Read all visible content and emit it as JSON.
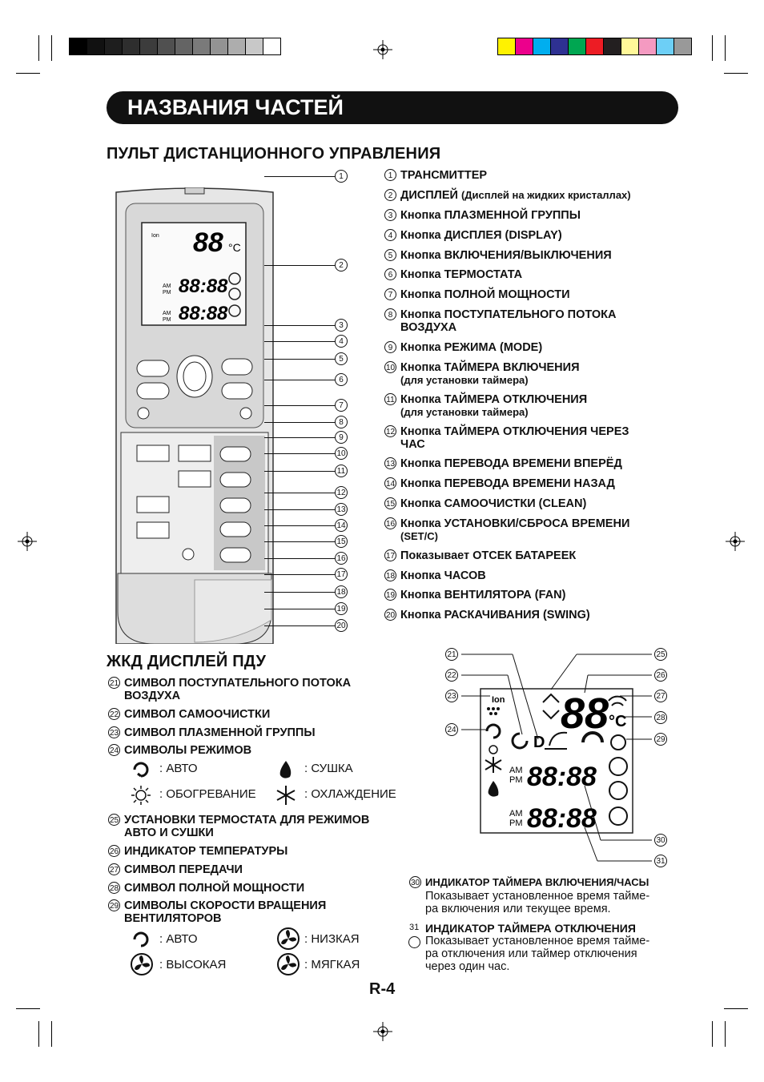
{
  "title": "НАЗВАНИЯ ЧАСТЕЙ",
  "section_remote": "ПУЛЬТ ДИСТАНЦИОННОГО УПРАВЛЕНИЯ",
  "section_lcd": "ЖКД ДИСПЛЕЙ ПДУ",
  "page_number": "R-4",
  "colors": {
    "gray_swatches": [
      "#000000",
      "#111111",
      "#1e1e1e",
      "#2e2e2e",
      "#3c3c3c",
      "#505050",
      "#646464",
      "#7a7a7a",
      "#939393",
      "#adadad",
      "#c8c8c8",
      "#ffffff"
    ],
    "color_swatches": [
      "#fff200",
      "#ec008c",
      "#00aeef",
      "#2e3192",
      "#00a651",
      "#ed1c24",
      "#231f20",
      "#fff799",
      "#f49ac1",
      "#6dcff6",
      "#999999"
    ],
    "title_bar": "#111111"
  },
  "remote_items": [
    {
      "n": "1",
      "t": "ТРАНСМИТТЕР",
      "t2": ""
    },
    {
      "n": "2",
      "t": "ДИСПЛЕЙ",
      "sub": "(Дисплей на жидких кристаллах)",
      "t2": ""
    },
    {
      "n": "3",
      "t": "Кнопка ПЛАЗМЕННОЙ ГРУППЫ",
      "t2": ""
    },
    {
      "n": "4",
      "t": "Кнопка ДИСПЛЕЯ (DISPLAY)",
      "t2": ""
    },
    {
      "n": "5",
      "t": "Кнопка ВКЛЮЧЕНИЯ/ВЫКЛЮЧЕНИЯ",
      "t2": ""
    },
    {
      "n": "6",
      "t": "Кнопка ТЕРМОСТАТА",
      "t2": ""
    },
    {
      "n": "7",
      "t": "Кнопка ПОЛНОЙ МОЩНОСТИ",
      "t2": ""
    },
    {
      "n": "8",
      "t": "Кнопка ПОСТУПАТЕЛЬНОГО ПОТОКА",
      "t2": "ВОЗДУХА"
    },
    {
      "n": "9",
      "t": "Кнопка РЕЖИМА (MODE)",
      "t2": ""
    },
    {
      "n": "10",
      "t": "Кнопка ТАЙМЕРА ВКЛЮЧЕНИЯ",
      "t2": "(для установки таймера)"
    },
    {
      "n": "11",
      "t": "Кнопка ТАЙМЕРА ОТКЛЮЧЕНИЯ",
      "t2": "(для установки таймера)"
    },
    {
      "n": "12",
      "t": "Кнопка ТАЙМЕРА ОТКЛЮЧЕНИЯ ЧЕРЕЗ",
      "t2": "ЧАС"
    },
    {
      "n": "13",
      "t": "Кнопка ПЕРЕВОДА ВРЕМЕНИ ВПЕРЁД",
      "t2": ""
    },
    {
      "n": "14",
      "t": "Кнопка ПЕРЕВОДА ВРЕМЕНИ НАЗАД",
      "t2": ""
    },
    {
      "n": "15",
      "t": "Кнопка САМООЧИСТКИ (CLEAN)",
      "t2": ""
    },
    {
      "n": "16",
      "t": "Кнопка УСТАНОВКИ/СБРОСА ВРЕМЕНИ",
      "t2": "(SET/C)"
    },
    {
      "n": "17",
      "t": "Показывает ОТСЕК БАТАРЕЕК",
      "t2": ""
    },
    {
      "n": "18",
      "t": "Кнопка ЧАСОВ",
      "t2": ""
    },
    {
      "n": "19",
      "t": "Кнопка ВЕНТИЛЯТОРА (FAN)",
      "t2": ""
    },
    {
      "n": "20",
      "t": "Кнопка РАСКАЧИВАНИЯ (SWING)",
      "t2": ""
    }
  ],
  "lcd_items": [
    {
      "n": "21",
      "t": "СИМВОЛ ПОСТУПАТЕЛЬНОГО ПОТОКА",
      "t2": "ВОЗДУХА"
    },
    {
      "n": "22",
      "t": "СИМВОЛ САМООЧИСТКИ",
      "t2": ""
    },
    {
      "n": "23",
      "t": "СИМВОЛ ПЛАЗМЕННОЙ ГРУППЫ",
      "t2": ""
    },
    {
      "n": "24",
      "t": "СИМВОЛЫ РЕЖИМОВ",
      "t2": ""
    },
    {
      "n": "25",
      "t": "УСТАНОВКИ ТЕРМОСТАТА ДЛЯ РЕЖИМОВ",
      "t2": "АВТО И СУШКИ"
    },
    {
      "n": "26",
      "t": "ИНДИКАТОР ТЕМПЕРАТУРЫ",
      "t2": ""
    },
    {
      "n": "27",
      "t": "СИМВОЛ ПЕРЕДАЧИ",
      "t2": ""
    },
    {
      "n": "28",
      "t": "СИМВОЛ ПОЛНОЙ МОЩНОСТИ",
      "t2": ""
    },
    {
      "n": "29",
      "t": "СИМВОЛЫ СКОРОСТИ ВРАЩЕНИЯ",
      "t2": "ВЕНТИЛЯТОРОВ"
    }
  ],
  "modes": {
    "auto": ": АВТО",
    "heat": ": ОБОГРЕВАНИЕ",
    "dry": ": СУШКА",
    "cool": ": ОХЛАЖДЕНИЕ"
  },
  "fans": {
    "auto": ": АВТО",
    "high": ": ВЫСОКАЯ",
    "low": ": НИЗКАЯ",
    "soft": ": МЯГКАЯ"
  },
  "item30": {
    "n": "30",
    "t": "ИНДИКАТОР ТАЙМЕРА ВКЛЮЧЕНИЯ/ЧАСЫ",
    "d1": "Показывает установленное время тайме-",
    "d2": "ра включения или текущее время."
  },
  "item31": {
    "n": "31",
    "t": "ИНДИКАТОР ТАЙМЕРА ОТКЛЮЧЕНИЯ",
    "d1": "Показывает установленное время тайме-",
    "d2": "ра отключения или таймер отключения",
    "d3": "через один час."
  },
  "lcd": {
    "ion": "Ion",
    "temp": "88",
    "time": "88:88",
    "am": "AM",
    "pm": "PM",
    "celsius": "°C"
  }
}
